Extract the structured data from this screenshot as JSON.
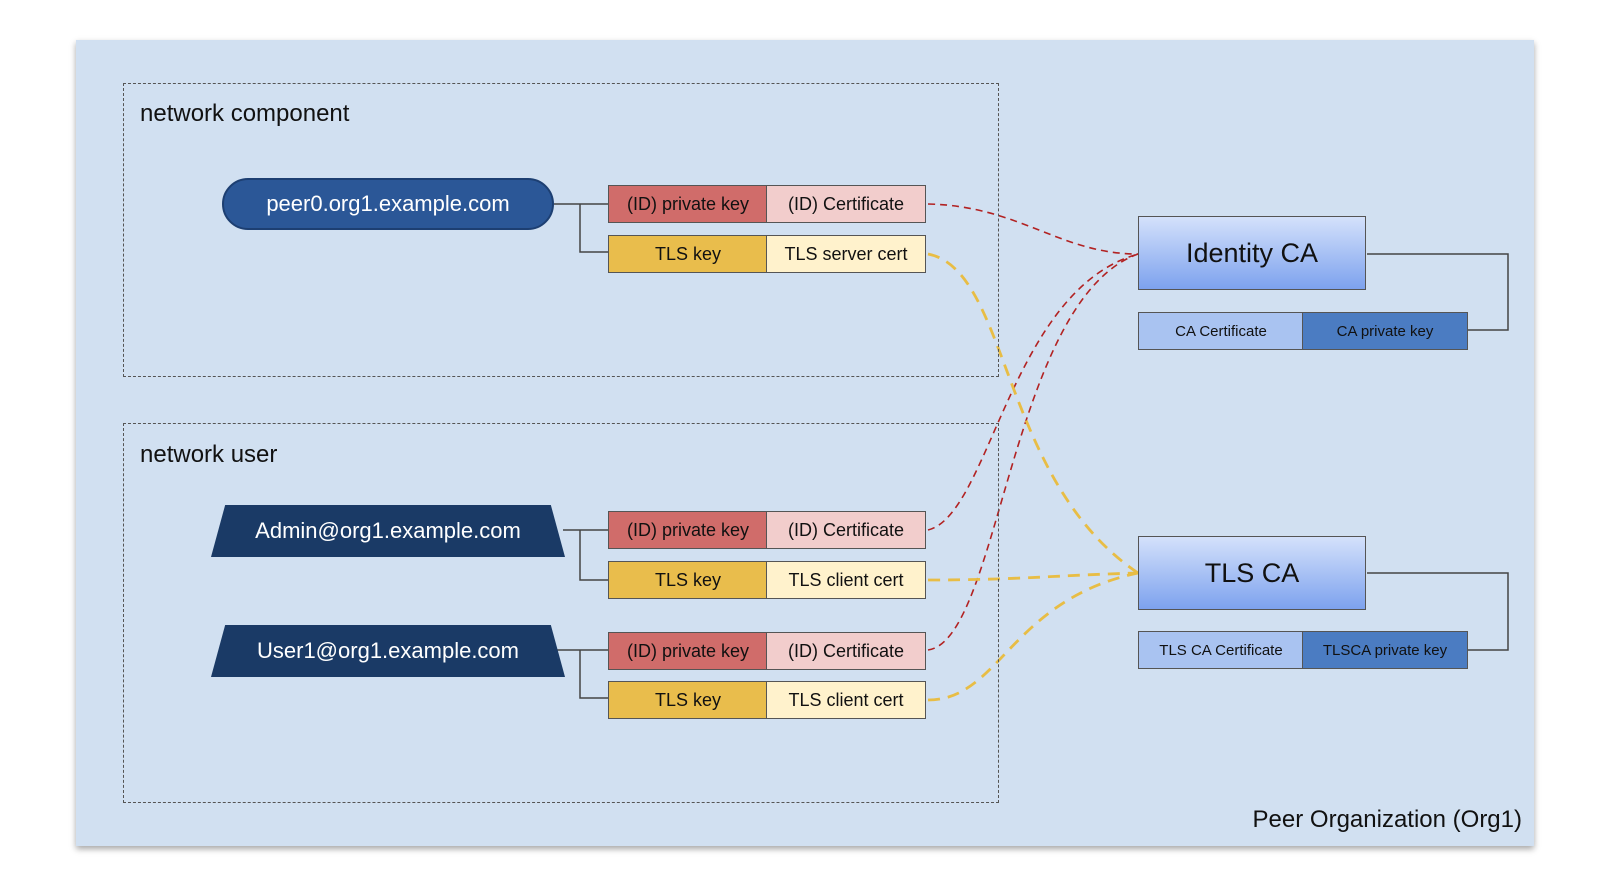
{
  "organization": {
    "label": "Peer Organization (Org1)"
  },
  "groups": {
    "component": {
      "title": "network component"
    },
    "user": {
      "title": "network user"
    }
  },
  "entities": {
    "peer": "peer0.org1.example.com",
    "admin": "Admin@org1.example.com",
    "user1": "User1@org1.example.com"
  },
  "credentials": {
    "id_private_key": "(ID) private key",
    "id_certificate": "(ID) Certificate",
    "tls_key": "TLS key",
    "tls_server_cert": "TLS server cert",
    "tls_client_cert": "TLS client cert"
  },
  "identity_ca": {
    "title": "Identity CA",
    "certificate": "CA Certificate",
    "private_key": "CA private key"
  },
  "tls_ca": {
    "title": "TLS CA",
    "certificate": "TLS CA Certificate",
    "private_key": "TLSCA private key"
  },
  "colors": {
    "background": "#d1e0f1",
    "id_key": "#d06c6a",
    "id_cert": "#f2cdcc",
    "tls_key": "#e9bd4c",
    "tls_cert": "#fff2cc",
    "peer_entity": "#2b5797",
    "user_entity": "#1a3a66",
    "identity_link": "#b22222",
    "tls_link": "#e8bd45"
  }
}
